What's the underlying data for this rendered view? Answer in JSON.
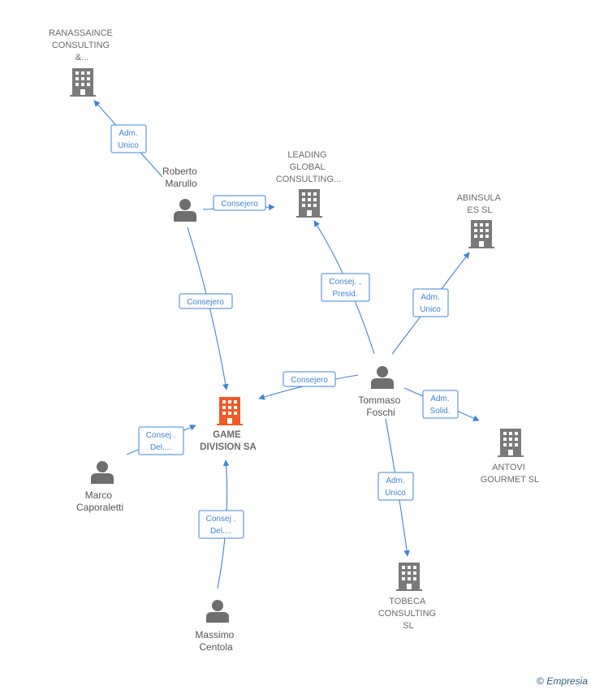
{
  "colors": {
    "edge": "#3d85d8",
    "company": "#7a7a7a",
    "main_company": "#f05a28",
    "person": "#6e6e6e",
    "brand": "#2c5f7f"
  },
  "companies": {
    "ranassaince": [
      "RANASSAINCE",
      "CONSULTING",
      "&..."
    ],
    "leading": [
      "LEADING",
      "GLOBAL",
      "CONSULTING..."
    ],
    "abinsula": [
      "ABINSULA",
      "ES  SL"
    ],
    "game": [
      "GAME",
      "DIVISION SA"
    ],
    "antovi": [
      "ANTOVI",
      "GOURMET  SL"
    ],
    "tobeca": [
      "TOBECA",
      "CONSULTING",
      "SL"
    ]
  },
  "people": {
    "roberto": [
      "Roberto",
      "Marullo"
    ],
    "tommaso": [
      "Tommaso",
      "Foschi"
    ],
    "marco": [
      "Marco",
      "Caporaletti"
    ],
    "massimo": [
      "Massimo",
      "Centola"
    ]
  },
  "edges": {
    "roberto_ranassaince": [
      "Adm.",
      "Unico"
    ],
    "roberto_leading": [
      "Consejero"
    ],
    "roberto_game": [
      "Consejero"
    ],
    "tommaso_leading": [
      "Consej. ,",
      "Presid."
    ],
    "tommaso_abinsula": [
      "Adm.",
      "Unico"
    ],
    "tommaso_game": [
      "Consejero"
    ],
    "tommaso_antovi": [
      "Adm.",
      "Solid."
    ],
    "tommaso_tobeca": [
      "Adm.",
      "Unico"
    ],
    "marco_game": [
      "Consej .",
      "Del...."
    ],
    "massimo_game": [
      "Consej .",
      "Del...."
    ]
  },
  "footer": {
    "copyright": "©",
    "brand": "Empresia"
  }
}
